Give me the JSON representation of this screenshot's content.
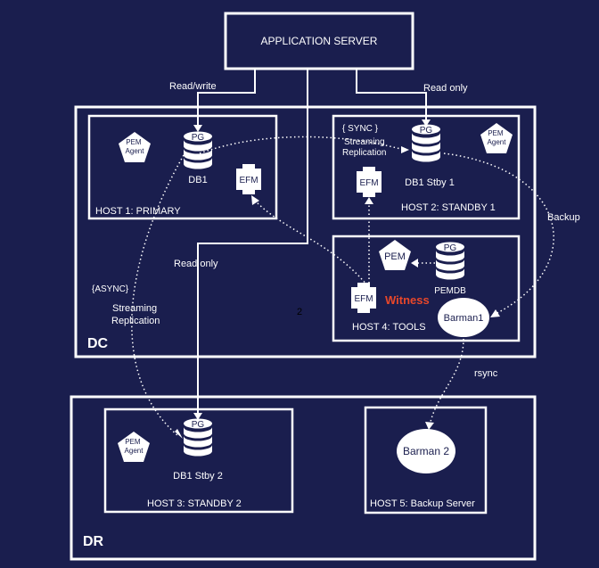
{
  "app_server": {
    "label": "APPLICATION SERVER"
  },
  "zones": {
    "dc": {
      "label": "DC"
    },
    "dr": {
      "label": "DR"
    }
  },
  "hosts": {
    "host1": {
      "label": "HOST 1: PRIMARY",
      "pem_agent": "PEM\nAgent",
      "db_badge": "PG",
      "db_name": "DB1",
      "efm": "EFM"
    },
    "host2": {
      "label": "HOST 2: STANDBY 1",
      "pem_agent": "PEM\nAgent",
      "db_badge": "PG",
      "db_name": "DB1 Stby 1",
      "efm": "EFM",
      "sync_label": "{ SYNC }"
    },
    "host3": {
      "label": "HOST 3: STANDBY 2",
      "pem_agent": "PEM\nAgent",
      "db_badge": "PG",
      "db_name": "DB1 Stby 2"
    },
    "host4": {
      "label": "HOST 4: TOOLS",
      "pem": "PEM",
      "db_badge": "PG",
      "db_name": "PEMDB",
      "efm": "EFM",
      "witness": "Witness",
      "barman": "Barman1"
    },
    "host5": {
      "label": "HOST 5: Backup Server",
      "barman": "Barman 2"
    }
  },
  "edges": {
    "read_write": "Read/write",
    "read_only_top": "Read only",
    "read_only_mid": "Read only",
    "sync_replication": "Streaming\nReplication",
    "async_label": "{ASYNC}",
    "async_replication": "Streaming\nReplication",
    "backup": "Backup",
    "rsync": "rsync"
  },
  "misc": {
    "marker": "2"
  },
  "colors": {
    "background": "#1a1e4e",
    "foreground": "#ffffff",
    "witness": "#e8472a"
  }
}
